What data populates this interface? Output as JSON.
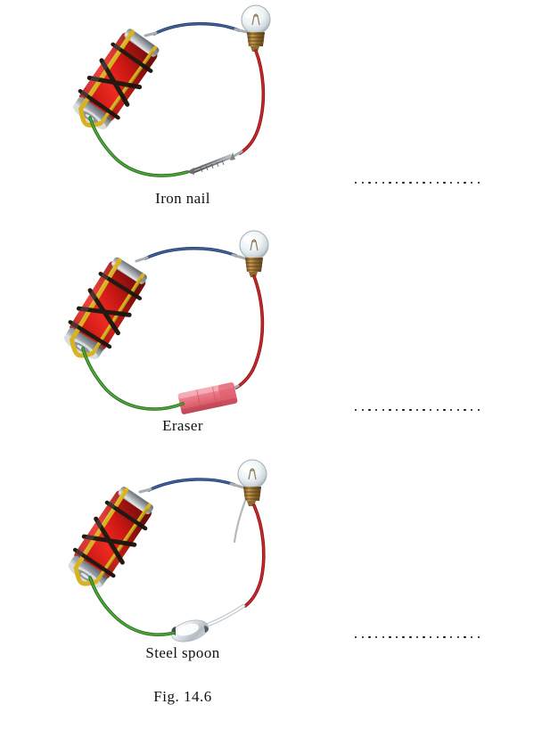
{
  "figure": {
    "caption": "Fig. 14.6",
    "background_color": "#ffffff",
    "text_color": "#111111"
  },
  "blank_answer_line": {
    "name": "dotted-answer-blank",
    "dot_count": 19,
    "dot_color": "#111111"
  },
  "circuits": [
    {
      "id": "circuit-iron-nail",
      "label": "Iron nail",
      "test_object": "iron-nail",
      "components": [
        "battery",
        "bulb",
        "blue-wire",
        "red-wire",
        "green-wire",
        "iron-nail"
      ],
      "bulb_state": "off"
    },
    {
      "id": "circuit-eraser",
      "label": "Eraser",
      "test_object": "eraser",
      "components": [
        "battery",
        "bulb",
        "blue-wire",
        "red-wire",
        "green-wire",
        "eraser"
      ],
      "bulb_state": "off"
    },
    {
      "id": "circuit-steel-spoon",
      "label": "Steel spoon",
      "test_object": "steel-spoon",
      "components": [
        "battery",
        "bulb",
        "blue-wire",
        "red-wire",
        "green-wire",
        "steel-spoon"
      ],
      "bulb_state": "off"
    }
  ],
  "colors": {
    "battery_body": "#d81f19",
    "battery_band_yellow": "#d8b320",
    "battery_band_black": "#241a12",
    "battery_cap": "#b9bcc0",
    "wire_blue": "#2a4f8f",
    "wire_red": "#c02027",
    "wire_green": "#3f9b2f",
    "bulb_glass": "#e8eef0",
    "bulb_base": "#9b7236",
    "nail_metal": "#8d9094",
    "eraser_pink": "#e8707f",
    "spoon_metal": "#cfd4d8"
  }
}
